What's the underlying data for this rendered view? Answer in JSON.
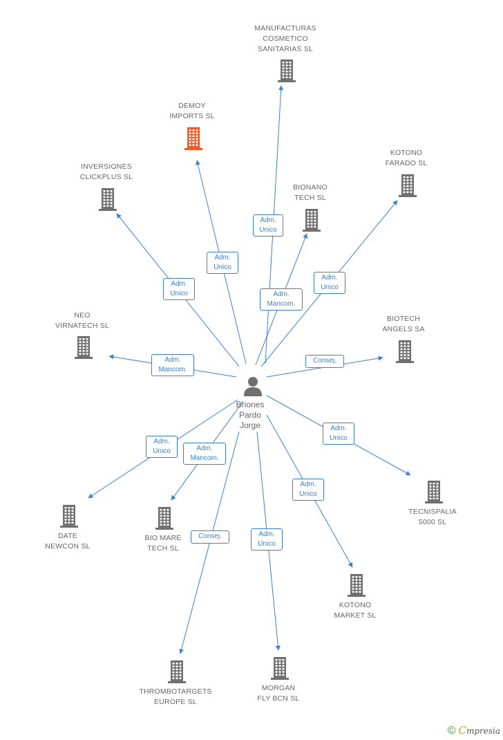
{
  "center": {
    "name_lines": [
      "Briones",
      "Pardo",
      "Jorge"
    ],
    "icon": "person-icon"
  },
  "colors": {
    "edge": "#3a7fd5",
    "building": "#707070",
    "highlight": "#f05a28",
    "label": "#666666"
  },
  "nodes": [
    {
      "id": "manufacturas",
      "lines": [
        "MANUFACTURAS",
        "COSMETICO",
        "SANITARIAS SL"
      ],
      "highlight": false
    },
    {
      "id": "demoy",
      "lines": [
        "DEMOY",
        "IMPORTS SL"
      ],
      "highlight": true
    },
    {
      "id": "kotono-farado",
      "lines": [
        "KOTONO",
        "FARADO SL"
      ],
      "highlight": false
    },
    {
      "id": "inversiones",
      "lines": [
        "INVERSIONES",
        "CLICKPLUS SL"
      ],
      "highlight": false
    },
    {
      "id": "bionano",
      "lines": [
        "BIONANO",
        "TECH SL"
      ],
      "highlight": false
    },
    {
      "id": "neo",
      "lines": [
        "NEO",
        "VIRNATECH SL"
      ],
      "highlight": false
    },
    {
      "id": "biotech",
      "lines": [
        "BIOTECH",
        "ANGELS SA"
      ],
      "highlight": false
    },
    {
      "id": "tecnispalia",
      "lines": [
        "TECNISPALIA",
        "5000 SL"
      ],
      "highlight": false
    },
    {
      "id": "date",
      "lines": [
        "DATE",
        "NEWCON SL"
      ],
      "highlight": false
    },
    {
      "id": "biomare",
      "lines": [
        "BIO MARE",
        "TECH SL"
      ],
      "highlight": false
    },
    {
      "id": "kotono-market",
      "lines": [
        "KOTONO",
        "MARKET SL"
      ],
      "highlight": false
    },
    {
      "id": "thrombo",
      "lines": [
        "THROMBOTARGETS",
        "EUROPE SL"
      ],
      "highlight": false
    },
    {
      "id": "morgan",
      "lines": [
        "MORGAN",
        "FLY BCN SL"
      ],
      "highlight": false
    }
  ],
  "edges": [
    {
      "to": "manufacturas",
      "lines": [
        "Adm.",
        "Unico"
      ]
    },
    {
      "to": "demoy",
      "lines": [
        "Adm.",
        "Unico"
      ]
    },
    {
      "to": "kotono-farado",
      "lines": [
        "Adm.",
        "Unico"
      ]
    },
    {
      "to": "inversiones",
      "lines": [
        "Adm.",
        "Unico"
      ]
    },
    {
      "to": "bionano",
      "lines": [
        "Adm.",
        "Mancom."
      ]
    },
    {
      "to": "neo",
      "lines": [
        "Adm.",
        "Mancom."
      ]
    },
    {
      "to": "biotech",
      "lines": [
        "Consej."
      ]
    },
    {
      "to": "tecnispalia",
      "lines": [
        "Adm.",
        "Unico"
      ]
    },
    {
      "to": "date",
      "lines": [
        "Adm.",
        "Unico"
      ]
    },
    {
      "to": "biomare",
      "lines": [
        "Adm.",
        "Mancom."
      ]
    },
    {
      "to": "kotono-market",
      "lines": [
        "Adm.",
        "Unico"
      ]
    },
    {
      "to": "thrombo",
      "lines": [
        "Consej."
      ]
    },
    {
      "to": "morgan",
      "lines": [
        "Adm.",
        "Unico"
      ]
    }
  ],
  "footer": {
    "copyright": "©",
    "brand_first": "C",
    "brand_rest": "mpresia"
  }
}
